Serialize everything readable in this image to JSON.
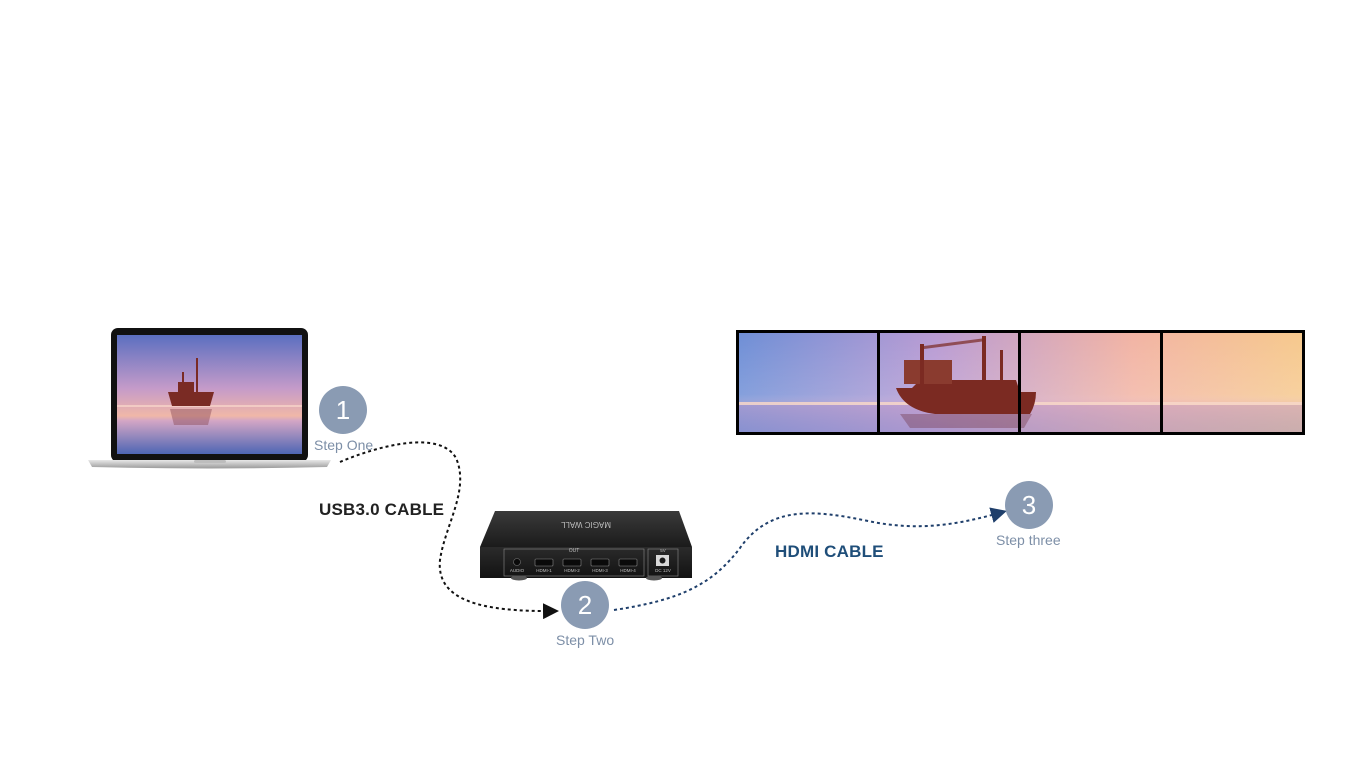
{
  "colors": {
    "step_circle": "#8a9bb3",
    "step_label": "#7d8fa7",
    "usb_cable_text": "#222222",
    "hdmi_cable_text": "#1f4e79",
    "usb_path": "#111111",
    "hdmi_path": "#1f3f6b"
  },
  "steps": [
    {
      "number": "1",
      "label": "Step One"
    },
    {
      "number": "2",
      "label": "Step Two"
    },
    {
      "number": "3",
      "label": "Step three"
    }
  ],
  "cables": {
    "usb": "USB3.0 CABLE",
    "hdmi": "HDMI CABLE"
  },
  "device": {
    "brand": "MAGIC WALL",
    "out_label": "OUT",
    "ports": [
      "AUDIO",
      "HDMI-1",
      "HDMI-2",
      "HDMI-3",
      "HDMI-4"
    ],
    "power_top": "5V",
    "power_label": "DC 12V"
  },
  "icons": [
    "laptop-icon",
    "video-wall-icon",
    "controller-box-icon"
  ]
}
